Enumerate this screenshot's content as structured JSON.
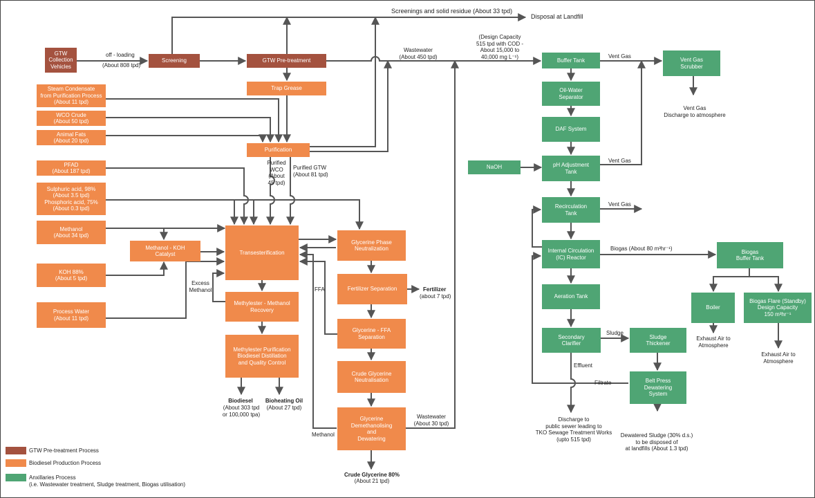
{
  "colors": {
    "pretreatment": "#a4523f",
    "biodiesel": "#f08a4b",
    "ancillaries": "#4fa574",
    "line": "#555555"
  },
  "boxes": {
    "gtw_collection": "GTW\nCollection\nVehicles",
    "screening": "Screening",
    "gtw_pretreatment": "GTW Pre-treatment",
    "trap_grease": "Trap Grease",
    "steam_condensate": "Steam Condensate\nfrom Purification Process\n(About 11 tpd)",
    "wco_crude": "WCO Crude\n(About 50 tpd)",
    "animal_fats": "Animal Fats\n(About 20 tpd)",
    "purification": "Purification",
    "pfad": "PFAD\n(About 187 tpd)",
    "acids": "Sulphuric acid, 98%\n(About 3.5 tpd)\nPhosphoric acid, 75%\n(About 0.3 tpd)",
    "methanol": "Methanol\n(About 34 tpd)",
    "methanol_koh": "Methanol - KOH\nCatalyst",
    "koh": "KOH 88%\n(About 5 tpd)",
    "process_water": "Process Water\n(About 11 tpd)",
    "transesterification": "Transesterification",
    "methylester_recovery": "Methylester - Methanol\nRecovery",
    "methylester_purification": "Methylester Purification\nBiodiesel Distillation\nand Quality Control",
    "glycerine_neutralization": "Glycerine Phase\nNeutralization",
    "fertilizer_separation": "Fertilizer Separation",
    "glycerine_ffa": "Glycerine - FFA\nSeparation",
    "crude_glycerine_neutral": "Crude Glycerine\nNeutralisation",
    "glycerine_demeth": "Glycerine\nDemethanolising\nand\nDewatering",
    "buffer_tank": "Buffer Tank",
    "oil_water": "Oil-Water\nSeparator",
    "daf": "DAF System",
    "naoh": "NaOH",
    "ph_tank": "pH Adjustment\nTank",
    "recirculation": "Recirculation\nTank",
    "ic_reactor": "Internal Circulation\n(IC) Reactor",
    "aeration": "Aeration Tank",
    "secondary_clarifier": "Secondary\nClarifier",
    "sludge_thickener": "Sludge\nThickener",
    "belt_press": "Belt Press\nDewatering\nSystem",
    "vent_scrubber": "Vent Gas\nScrubber",
    "biogas_buffer": "Biogas\nBuffer Tank",
    "boiler": "Boiler",
    "biogas_flare": "Biogas Flare (Standby)\nDesign Capacity\n150 m³hr⁻¹"
  },
  "labels": {
    "screenings_residue": "Screenings and solid residue (About 33 tpd)",
    "disposal_landfill": "Disposal at Landfill",
    "off_loading": "off - loading",
    "about_808": "(About 808 tpd)",
    "wastewater_450": "Wastewater\n(About 450 tpd)",
    "design_capacity": "(Design Capacity\n515 tpd with COD -\nAbout 15,000 to\n40,000 mg L⁻¹)",
    "vent_gas_1": "Vent Gas",
    "vent_gas_2": "Vent Gas",
    "vent_gas_3": "Vent Gas",
    "vent_discharge": "Vent Gas\nDischarge to atmosphere",
    "purified_wco": "Purified\nWCO\n(About\n45 tpd)",
    "purified_gtw": "Purified GTW\n(About 81 tpd)",
    "excess_methanol": "Excess\nMethanol",
    "ffa": "FFA",
    "fertilizer": "Fertilizer",
    "fertilizer_amt": "(about 7 tpd)",
    "biodiesel": "Biodiesel",
    "biodiesel_amt": "(About 303 tpd\nor 100,000 tpa)",
    "bioheating": "Bioheating Oil",
    "bioheating_amt": "(About 27 tpd)",
    "methanol_loop": "Methanol",
    "wastewater_30": "Wastewater\n(About 30 tpd)",
    "crude_glycerine": "Crude Glycerine 80%",
    "crude_glycerine_amt": "(About 21 tpd)",
    "biogas": "Biogas (About 80 m³hr⁻¹)",
    "sludge": "Sludge",
    "effluent": "Effluent",
    "filtrate": "Filtrate",
    "discharge_sewer": "Discharge to\npublic sewer leading to\nTKO Sewage Treatment Works\n(upto 515 tpd)",
    "dewatered_sludge": "Dewatered Sludge (30% d.s.)\nto be disposed of\nat landfills (About 1.3 tpd)",
    "exhaust_1": "Exhaust Air to\nAtmosphere",
    "exhaust_2": "Exhaust Air to\nAtmosphere"
  },
  "legend": [
    {
      "label": "GTW Pre-treatment Process",
      "color": "#a4523f"
    },
    {
      "label": "Biodiesel Production Process",
      "color": "#f08a4b"
    },
    {
      "label": "Anxillaries Process\n(i.e. Wastewater treatment, Sludge treatment, Biogas utilisation)",
      "color": "#4fa574"
    }
  ]
}
